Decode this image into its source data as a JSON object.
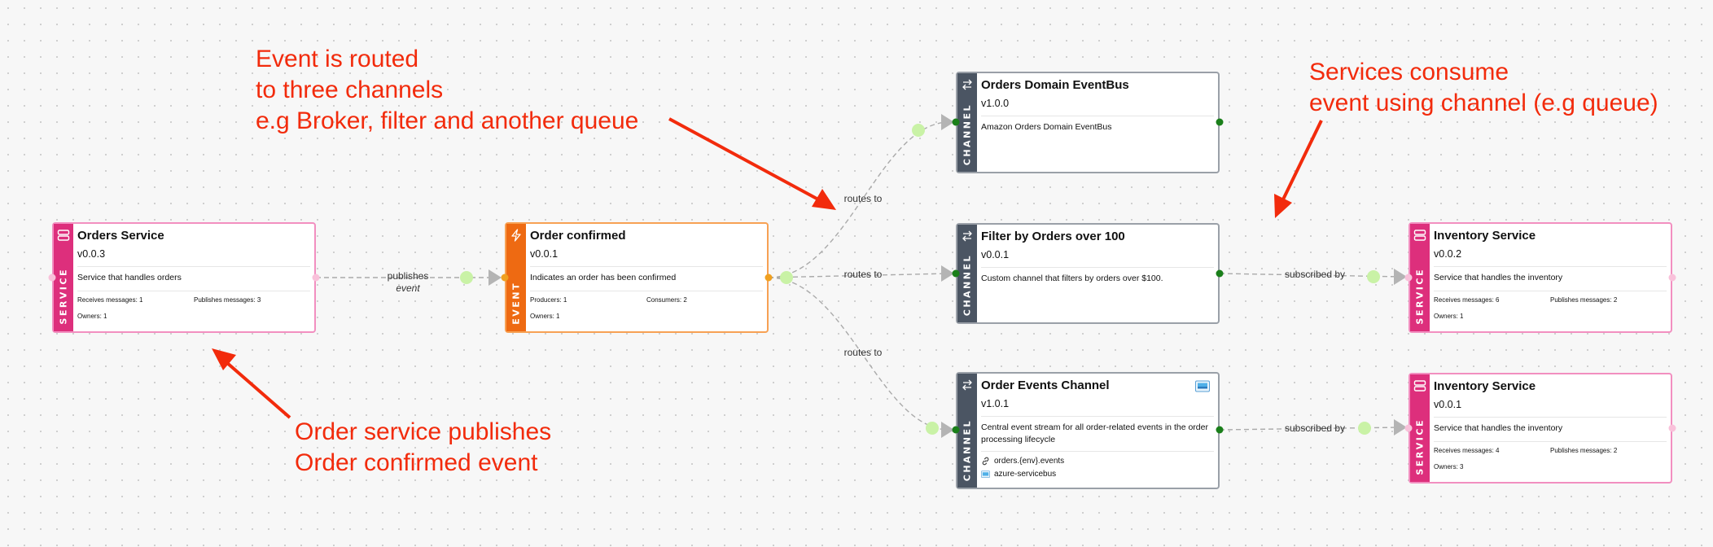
{
  "nodes": {
    "orders_service": {
      "type_label": "SERVICE",
      "title": "Orders Service",
      "version": "v0.0.3",
      "description": "Service that handles orders",
      "receives": "Receives messages: 1",
      "publishes": "Publishes messages: 3",
      "owners": "Owners: 1"
    },
    "order_confirmed": {
      "type_label": "EVENT",
      "title": "Order confirmed",
      "version": "v0.0.1",
      "description": "Indicates an order has been confirmed",
      "producers": "Producers: 1",
      "consumers": "Consumers: 2",
      "owners": "Owners: 1"
    },
    "orders_domain_eventbus": {
      "type_label": "CHANNEL",
      "title": "Orders Domain EventBus",
      "version": "v1.0.0",
      "description": "Amazon Orders Domain EventBus"
    },
    "filter_orders": {
      "type_label": "CHANNEL",
      "title": "Filter by Orders over 100",
      "version": "v0.0.1",
      "description": "Custom channel that filters by orders over $100."
    },
    "order_events_channel": {
      "type_label": "CHANNEL",
      "title": "Order Events Channel",
      "version": "v1.0.1",
      "description": "Central event stream for all order-related events in the order processing lifecycle",
      "address": "orders.{env}.events",
      "protocol": "azure-servicebus"
    },
    "inventory_service_1": {
      "type_label": "SERVICE",
      "title": "Inventory Service",
      "version": "v0.0.2",
      "description": "Service that handles the inventory",
      "receives": "Receives messages: 6",
      "publishes": "Publishes messages: 2",
      "owners": "Owners: 1"
    },
    "inventory_service_2": {
      "type_label": "SERVICE",
      "title": "Inventory Service",
      "version": "v0.0.1",
      "description": "Service that handles the inventory",
      "receives": "Receives messages: 4",
      "publishes": "Publishes messages: 2",
      "owners": "Owners: 3"
    }
  },
  "edges": {
    "publishes": "publishes",
    "publishes_sub": "event",
    "routes_to_1": "routes to",
    "routes_to_2": "routes to",
    "routes_to_3": "routes to",
    "subscribed_1": "subscribed by",
    "subscribed_2": "subscribed by"
  },
  "annotations": {
    "routed": [
      "Event is routed",
      "to three channels",
      "e.g Broker, filter and another queue"
    ],
    "consume": [
      "Services consume",
      "event using channel (e.g queue)"
    ],
    "publishes": [
      "Order service publishes",
      "Order confirmed event"
    ]
  },
  "colors": {
    "service": "#dd2f7c",
    "event": "#ee6a12",
    "channel": "#4b5563",
    "annotation": "#f22b0c",
    "handle_green": "#1a7f1a",
    "edge_dot": "#c9f2a6"
  }
}
